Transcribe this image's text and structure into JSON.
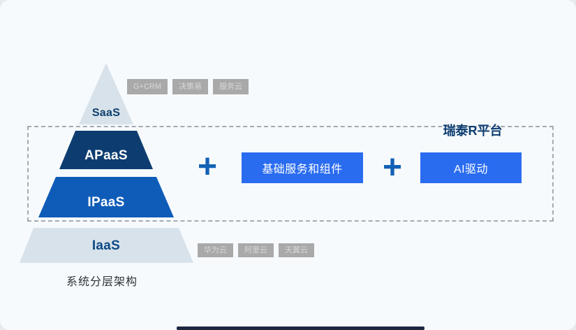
{
  "pyramid": {
    "caption": "系统分层架构",
    "layers": [
      {
        "id": "saas",
        "label": "SaaS"
      },
      {
        "id": "apaas",
        "label": "APaaS"
      },
      {
        "id": "ipaas",
        "label": "IPaaS"
      },
      {
        "id": "iaas",
        "label": "IaaS"
      }
    ]
  },
  "saas_tags": [
    "G+CRM",
    "决策易",
    "服务云"
  ],
  "iaas_tags": [
    "华为云",
    "阿里云",
    "天翼云"
  ],
  "formula": {
    "plus1": "+",
    "plus2": "+",
    "component_box_label": "基础服务和组件",
    "ai_box_title": "瑞泰R平台",
    "ai_box_label": "AI驱动"
  },
  "colors": {
    "card_bg": "#f7fafd",
    "light_layer": "#d8e2ea",
    "apaas_layer": "#0d3d70",
    "ipaas_layer": "#0e5cb8",
    "accent_box": "#2a6cf0",
    "plus_sign": "#1262b5",
    "tag_bg": "#a9a9a9",
    "tag_text": "#d8d8d8",
    "dark_navy_text": "#0d3f6e",
    "dashed_border": "#a4aab1",
    "bottom_bar": "#1c2740"
  }
}
